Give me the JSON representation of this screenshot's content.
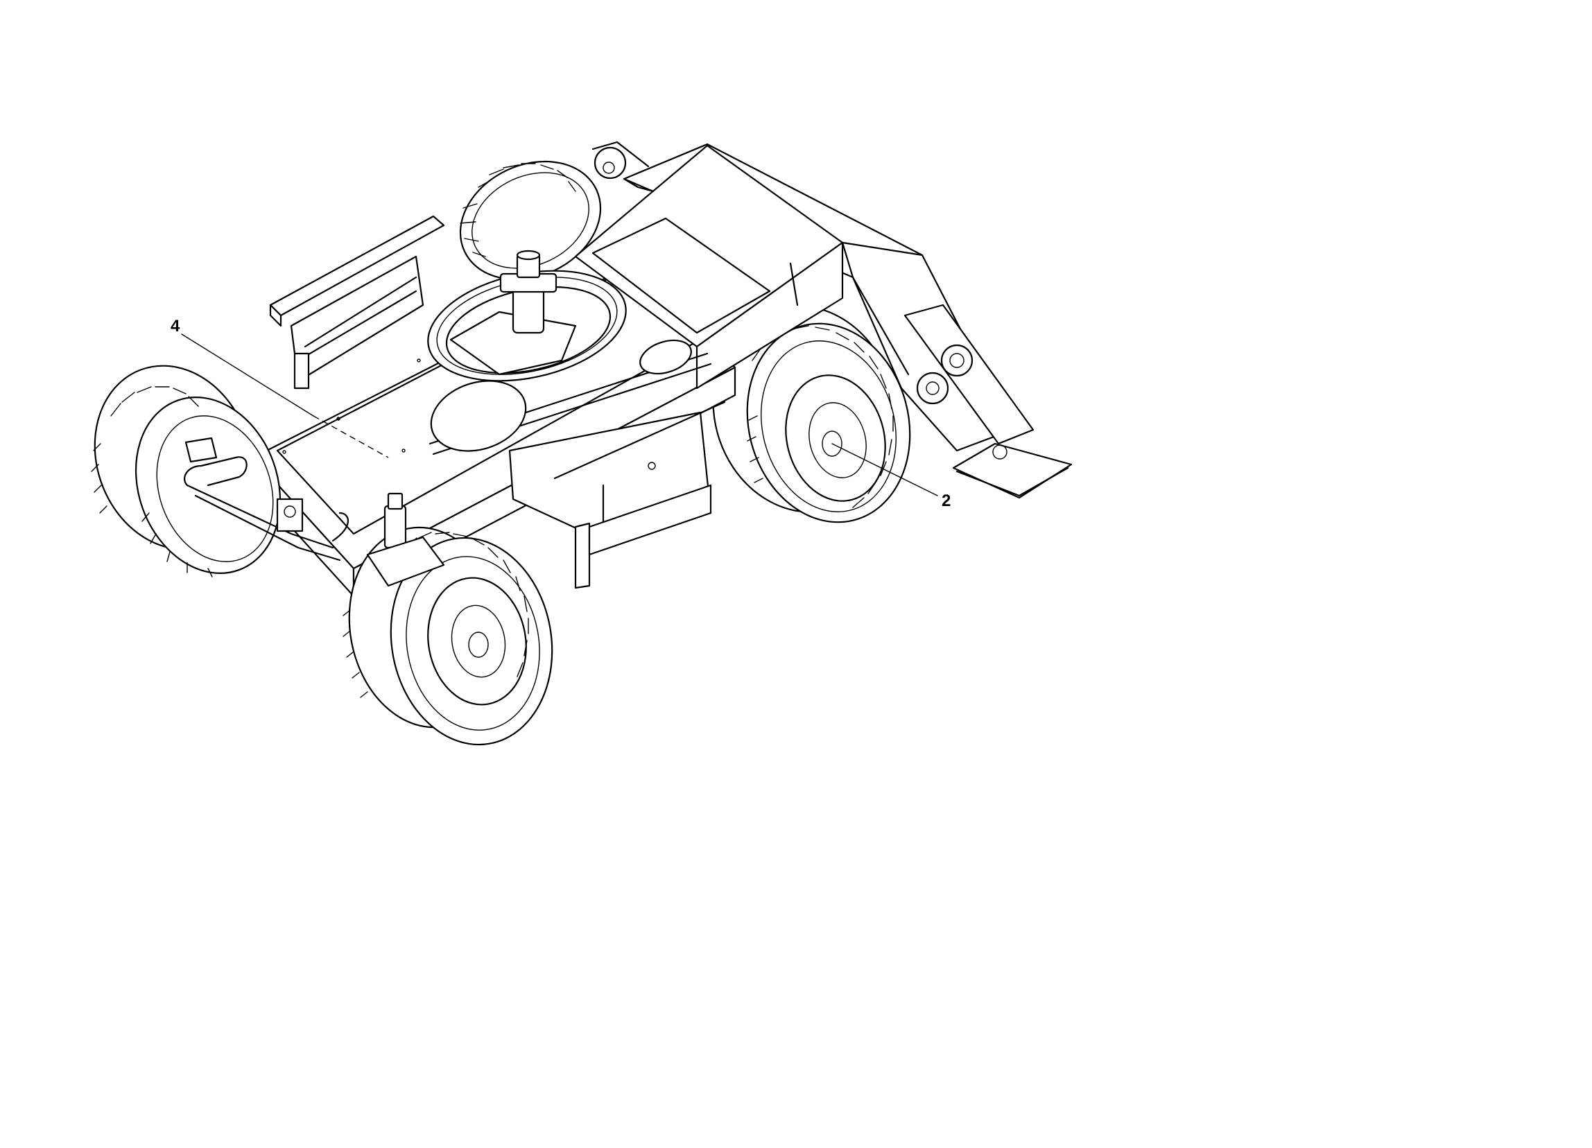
{
  "callouts": [
    {
      "id": "callout-4",
      "label": "4"
    },
    {
      "id": "callout-2",
      "label": "2"
    }
  ]
}
